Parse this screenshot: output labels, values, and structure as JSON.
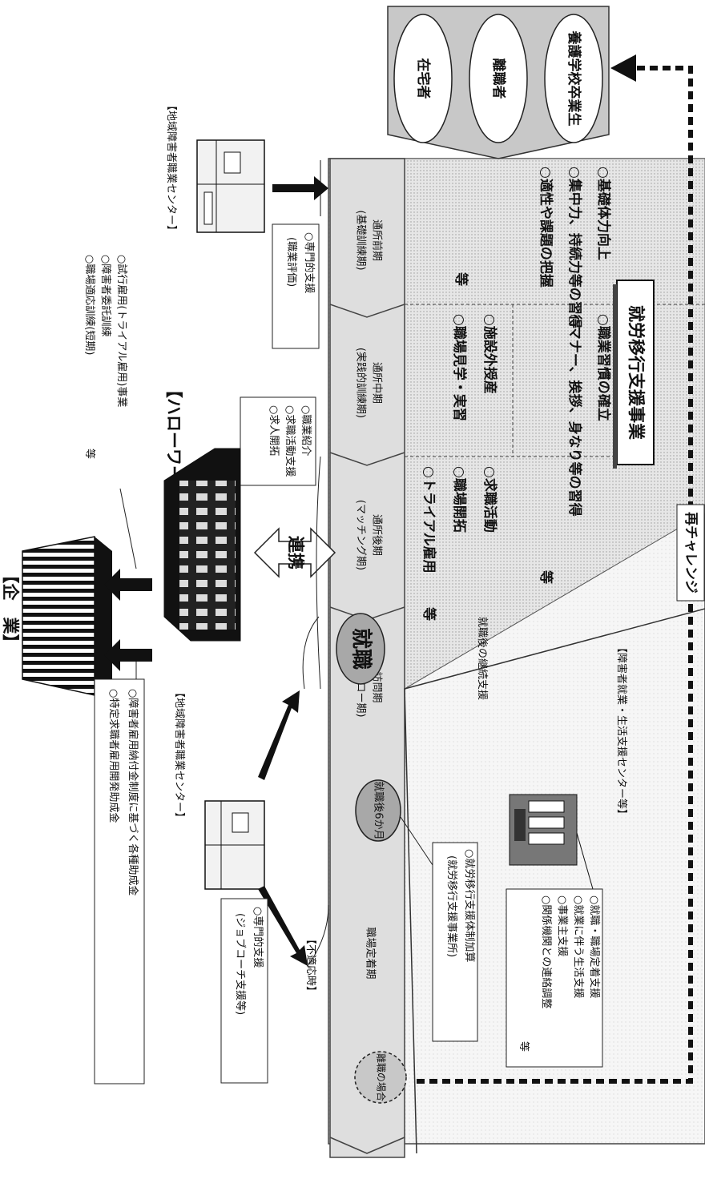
{
  "top_group": {
    "circles": [
      "養護学校卒業生",
      "離職者",
      "在宅者"
    ]
  },
  "rechallenge": "再チャレンジ",
  "program_title": "就労移行支援事業",
  "phase_goals": {
    "early": [
      "○基礎体力向上",
      "○集中力、持続力等の習得",
      "○適性や課題の把握",
      "等"
    ],
    "mid_a": [
      "○職業習慣の確立",
      "○マナー、挨拶、身なり等の習得",
      "等"
    ],
    "mid_b": [
      "○施設外授産",
      "○職場見学・実習"
    ],
    "late": [
      "○求職活動",
      "○職場開拓",
      "○トライアル雇用",
      "等"
    ]
  },
  "phases": {
    "early": {
      "name": "通所前期",
      "sub": "(基礎訓練期)"
    },
    "mid": {
      "name": "通所中期",
      "sub": "(実践的訓練期)"
    },
    "late": {
      "name": "通所後期",
      "sub": "(マッチング期)"
    },
    "visit": {
      "name": "訪問期",
      "sub": "(フォロー期)"
    },
    "settle": {
      "name": "職場定着期"
    }
  },
  "employment": "就職",
  "continued_support": "就職後の継続支援",
  "six_months": "就職後6か月",
  "on_leaving": "離職の場合",
  "center_support": {
    "title": "【障害者就業・生活支援センター等】",
    "items": [
      "○就職・職場定着支援",
      "○就業に伴う生活支援",
      "○事業主支援",
      "○関係機関との連絡調整",
      "等"
    ]
  },
  "transition_bonus": [
    "○就労移行支援体制加算",
    "(就労移行支援事業所)"
  ],
  "voc_center_top": {
    "title": "【地域障害者職業センター】",
    "support": [
      "○専門的支援",
      "(職業評価)"
    ],
    "programs": [
      "○試行雇用(トライアル雇用)事業",
      "○障害者委託訓練",
      "○職場適応訓練(短期)",
      "等"
    ]
  },
  "hello_work": {
    "title": "【ハローワーク】",
    "items": [
      "○職業紹介",
      "○求職活動支援",
      "○求人開拓"
    ]
  },
  "cooperation": "連携",
  "company": {
    "title": "【企　業】"
  },
  "subsidies": [
    "○障害者雇用納付金制度に基づく各種助成金",
    "○特定求職者雇用開発助成金"
  ],
  "voc_center_bottom": {
    "title": "【地域障害者職業センター】",
    "support": [
      "○専門的支援",
      "(ジョブコーチ支援等)"
    ],
    "maladjust": "【不適応時】"
  }
}
